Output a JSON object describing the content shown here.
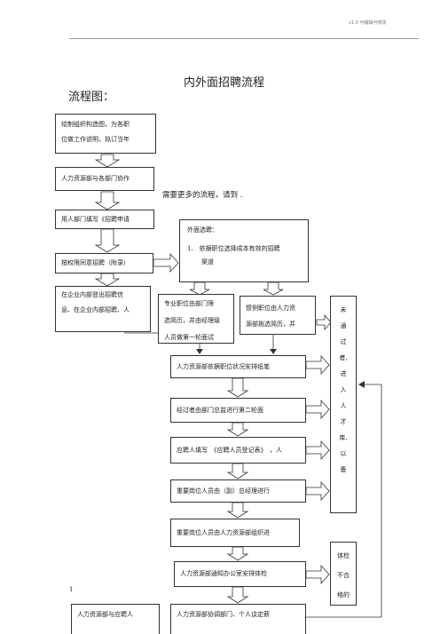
{
  "header": {
    "code": "v1.0 可编辑可修改"
  },
  "title": "内外面招聘流程",
  "subtitle": "流程图：",
  "note": "需要更多的流程，请到 .",
  "page_number": "1",
  "boxes": {
    "b1": [
      "绘制组织构造图，为各职",
      "位做工作说明，拟订当年"
    ],
    "b2": "人力资源部与各部门协作",
    "b3": "用人部门填写《招聘申请",
    "b4": "按权限同意招聘（附录）",
    "b5": [
      "在企业内部登出招聘信",
      "息、在企业内部招聘、人"
    ],
    "b6": [
      "外面选聘：",
      "1.　依据职位选择成本有效的招聘",
      "渠道"
    ],
    "b7": [
      "专业职位由部门筛",
      "选简历，并由经理级",
      "人员做第一轮面试"
    ],
    "b8": [
      "惯例职位由人力资",
      "源部挑选简历，并"
    ],
    "b9": "人力资源部依据职位状况安排纸笔",
    "b10": "经过者由部门总监进行第二轮面",
    "b11": "应聘人填写　《应聘人员登记表》　，人",
    "b12": "重要岗位人员由（副）总经理进行",
    "b13": "重要岗位人员由人力资源部组织进",
    "b14": "人力资源部通知办公室安排体检",
    "b15": [
      "体检",
      "不合",
      "格的"
    ],
    "b16": "人力资源部与应聘人",
    "b17": "人力资源部协调部门、个人谈定薪"
  },
  "side_note": [
    "未",
    "通",
    "过",
    "者,",
    "进",
    "入",
    "人",
    "才",
    "库,",
    "以",
    "备"
  ]
}
